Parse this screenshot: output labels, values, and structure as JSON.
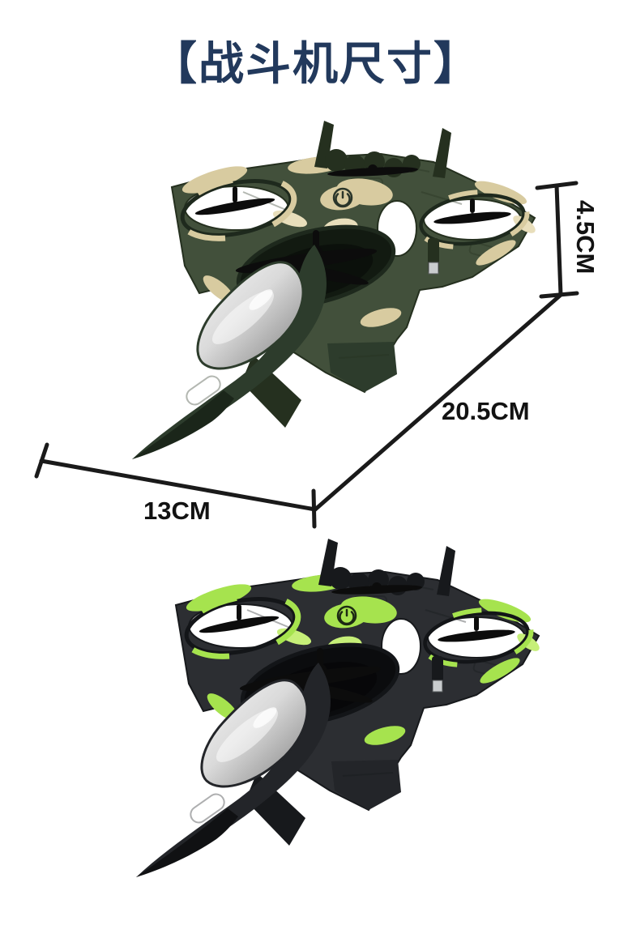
{
  "page": {
    "background_color": "#ffffff"
  },
  "header": {
    "title": "【战斗机尺寸】",
    "title_color": "#22395c"
  },
  "dimension_annotations": {
    "line_color": "#1a1a1a",
    "label_color": "#121212",
    "height": {
      "label": "4.5CM"
    },
    "length": {
      "label": "20.5CM"
    },
    "width": {
      "label": "13CM"
    }
  },
  "products": [
    {
      "name": "fighter-jet-quadcopter-camouflage",
      "colors": {
        "body": "#42503b",
        "camo_accent": "#d8cba0",
        "cockpit": "#c9c9c9",
        "propeller": "#0c0c0c"
      }
    },
    {
      "name": "fighter-jet-quadcopter-black-lime",
      "colors": {
        "body": "#2c2e32",
        "camo_accent": "#a6e34e",
        "cockpit": "#c9c9c9",
        "propeller": "#0c0c0c"
      }
    }
  ],
  "icons": [
    {
      "name": "power-button-icon",
      "meaning": "power"
    }
  ]
}
